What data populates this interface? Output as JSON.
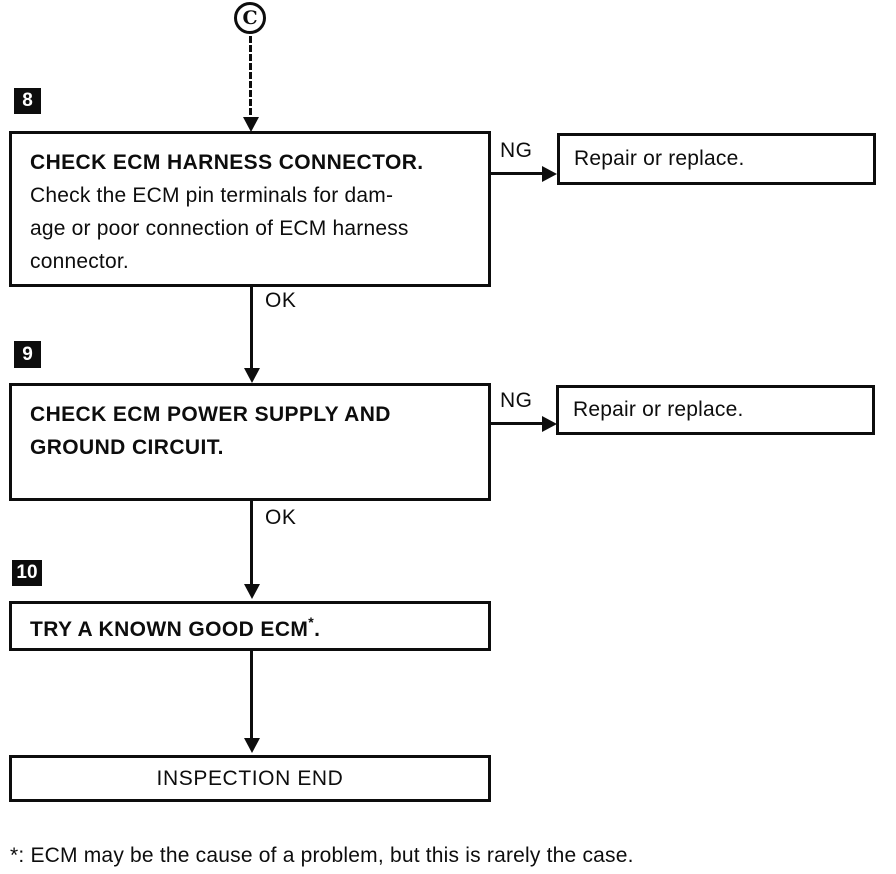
{
  "connector": {
    "label": "C"
  },
  "steps": [
    {
      "number": "8",
      "title": "CHECK ECM HARNESS CONNECTOR.",
      "body_lines": [
        "Check the ECM pin terminals for dam-",
        "age or poor connection of ECM harness",
        "connector."
      ],
      "ng_label": "NG",
      "result": "Repair or replace.",
      "ok_label": "OK"
    },
    {
      "number": "9",
      "title_lines": [
        "CHECK ECM POWER SUPPLY AND",
        "GROUND CIRCUIT."
      ],
      "ng_label": "NG",
      "result": "Repair or replace.",
      "ok_label": "OK"
    },
    {
      "number": "10",
      "title_pre": "TRY A KNOWN GOOD ECM",
      "title_sup": "*",
      "title_post": "."
    }
  ],
  "end_box": {
    "label": "INSPECTION END"
  },
  "footnote": {
    "text": "*: ECM may be the cause of a problem, but this is rarely the case."
  }
}
